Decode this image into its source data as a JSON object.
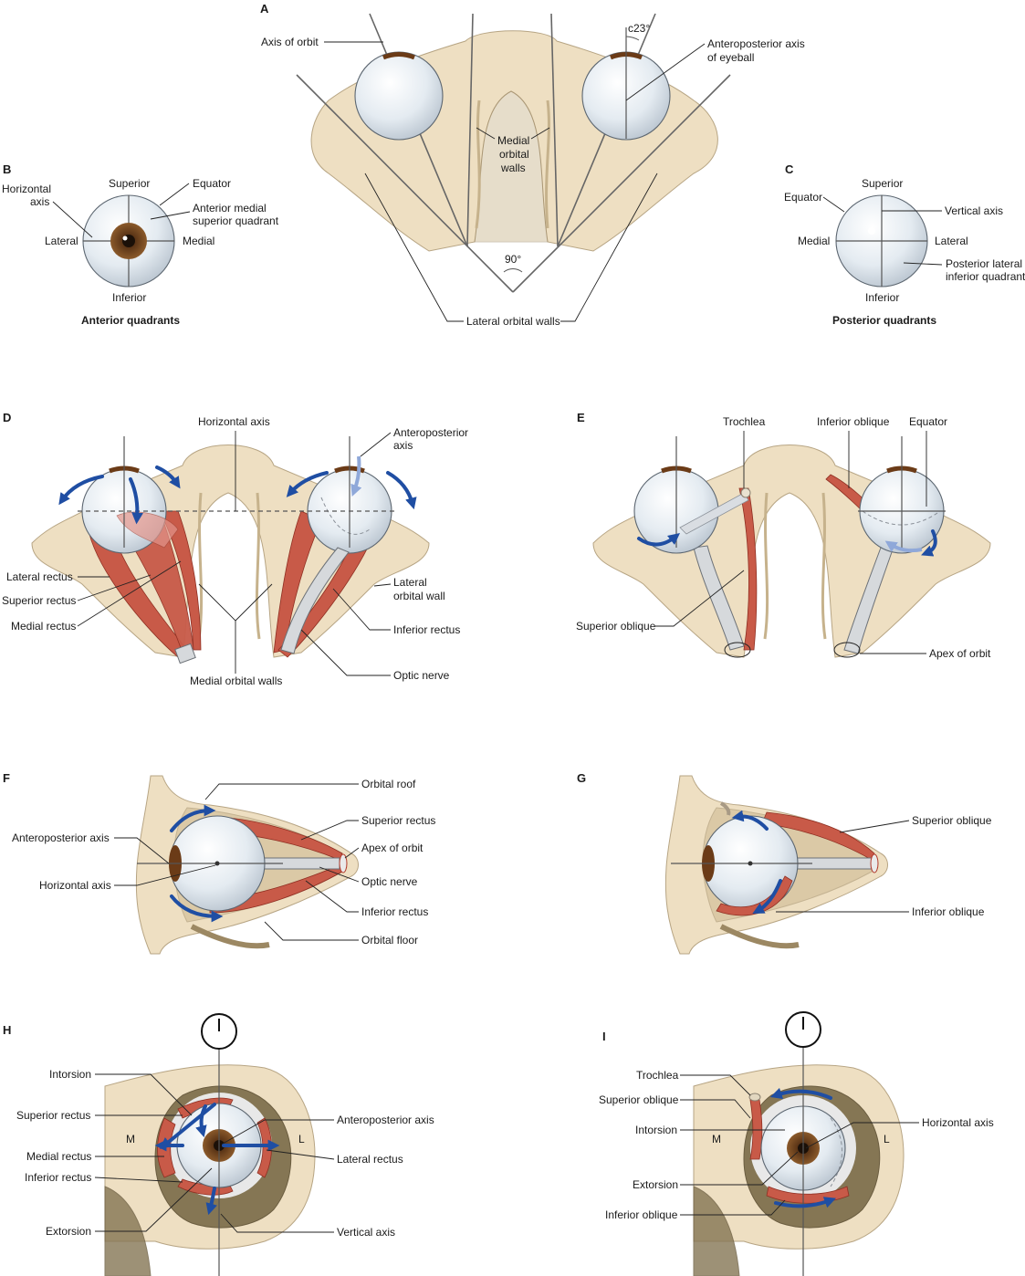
{
  "panels": {
    "A": "A",
    "B": "B",
    "C": "C",
    "D": "D",
    "E": "E",
    "F": "F",
    "G": "G",
    "H": "H",
    "I": "I"
  },
  "panelA": {
    "axis_of_orbit": "Axis of orbit",
    "angle_23": "c23°",
    "anteroposterior_axis_of_eyeball_1": "Anteroposterior axis",
    "anteroposterior_axis_of_eyeball_2": "of eyeball",
    "medial_orbital_walls_1": "Medial",
    "medial_orbital_walls_2": "orbital",
    "medial_orbital_walls_3": "walls",
    "angle_90": "90°",
    "lateral_orbital_walls": "Lateral orbital walls"
  },
  "panelB": {
    "horizontal_axis_1": "Horizontal",
    "horizontal_axis_2": "axis",
    "superior": "Superior",
    "equator": "Equator",
    "anterior_medial_1": "Anterior medial",
    "anterior_medial_2": "superior quadrant",
    "lateral": "Lateral",
    "medial": "Medial",
    "inferior": "Inferior",
    "caption": "Anterior quadrants"
  },
  "panelC": {
    "equator": "Equator",
    "superior": "Superior",
    "vertical_axis": "Vertical axis",
    "medial": "Medial",
    "lateral": "Lateral",
    "posterior_lateral_1": "Posterior lateral",
    "posterior_lateral_2": "inferior quadrant",
    "inferior": "Inferior",
    "caption": "Posterior quadrants"
  },
  "panelD": {
    "horizontal_axis": "Horizontal axis",
    "anteroposterior_1": "Anteroposterior",
    "anteroposterior_2": "axis",
    "lateral_rectus": "Lateral rectus",
    "superior_rectus": "Superior rectus",
    "medial_rectus": "Medial rectus",
    "lateral_orbital_wall_1": "Lateral",
    "lateral_orbital_wall_2": "orbital wall",
    "inferior_rectus": "Inferior rectus",
    "optic_nerve": "Optic nerve",
    "medial_orbital_walls": "Medial orbital walls"
  },
  "panelE": {
    "trochlea": "Trochlea",
    "inferior_oblique": "Inferior oblique",
    "equator": "Equator",
    "superior_oblique": "Superior oblique",
    "apex_of_orbit": "Apex of orbit"
  },
  "panelF": {
    "orbital_roof": "Orbital roof",
    "superior_rectus": "Superior rectus",
    "apex_of_orbit": "Apex of orbit",
    "anteroposterior_axis": "Anteroposterior axis",
    "horizontal_axis": "Horizontal axis",
    "optic_nerve": "Optic nerve",
    "inferior_rectus": "Inferior rectus",
    "orbital_floor": "Orbital floor"
  },
  "panelG": {
    "superior_oblique": "Superior oblique",
    "inferior_oblique": "Inferior oblique"
  },
  "panelH": {
    "intorsion": "Intorsion",
    "superior_rectus": "Superior rectus",
    "m": "M",
    "l": "L",
    "anteroposterior_axis": "Anteroposterior axis",
    "medial_rectus": "Medial rectus",
    "inferior_rectus": "Inferior rectus",
    "lateral_rectus": "Lateral rectus",
    "extorsion": "Extorsion",
    "vertical_axis": "Vertical axis"
  },
  "panelI": {
    "trochlea": "Trochlea",
    "superior_oblique": "Superior oblique",
    "intorsion": "Intorsion",
    "m": "M",
    "l": "L",
    "horizontal_axis": "Horizontal axis",
    "extorsion": "Extorsion",
    "inferior_oblique": "Inferior oblique"
  },
  "colors": {
    "bone": "#eedfc2",
    "muscle": "#c85a48",
    "arrow": "#1f4ea3",
    "eyeball": "#e6edf2"
  }
}
